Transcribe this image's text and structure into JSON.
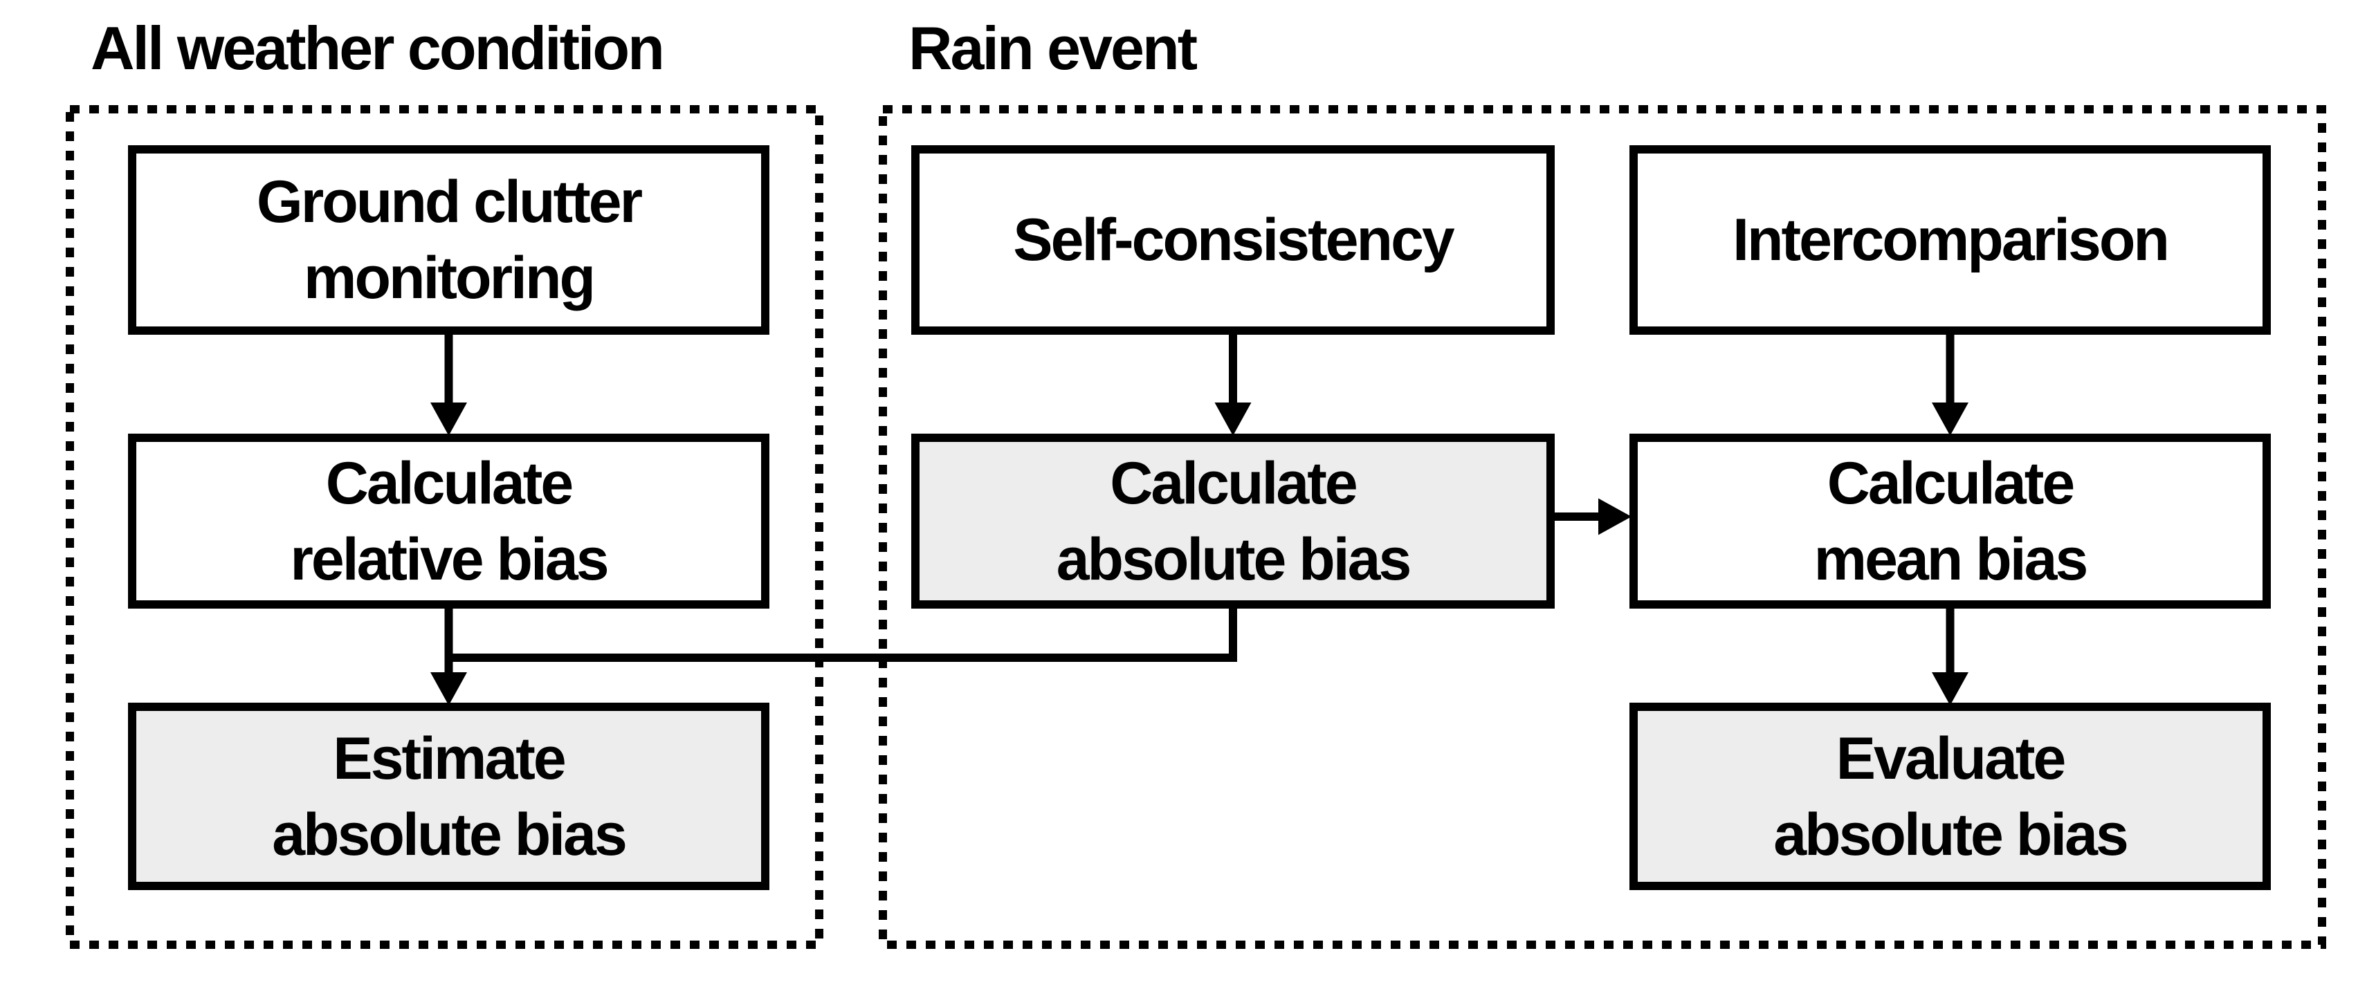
{
  "diagram": {
    "colors": {
      "line": "#000000",
      "text": "#000000",
      "node_fill_white": "#ffffff",
      "node_fill_gray": "#ededed",
      "background": "#ffffff"
    },
    "groups": [
      {
        "title": "All weather condition",
        "border_style": "dashed",
        "nodes": [
          {
            "id": "ground-clutter-monitoring",
            "line1": "Ground clutter",
            "line2": "monitoring",
            "fill": "white"
          },
          {
            "id": "calculate-relative-bias",
            "line1": "Calculate",
            "line2": "relative bias",
            "fill": "white"
          },
          {
            "id": "estimate-absolute-bias",
            "line1": "Estimate",
            "line2": "absolute bias",
            "fill": "gray"
          }
        ]
      },
      {
        "title": "Rain event",
        "border_style": "dashed",
        "nodes": [
          {
            "id": "self-consistency",
            "line1": "Self-consistency",
            "fill": "white"
          },
          {
            "id": "calculate-absolute-bias",
            "line1": "Calculate",
            "line2": "absolute bias",
            "fill": "gray"
          },
          {
            "id": "intercomparison",
            "line1": "Intercomparison",
            "fill": "white"
          },
          {
            "id": "calculate-mean-bias",
            "line1": "Calculate",
            "line2": "mean bias",
            "fill": "white"
          },
          {
            "id": "evaluate-absolute-bias",
            "line1": "Evaluate",
            "line2": "absolute bias",
            "fill": "gray"
          }
        ]
      }
    ],
    "edges": [
      {
        "from": "ground-clutter-monitoring",
        "to": "calculate-relative-bias",
        "type": "arrow-down"
      },
      {
        "from": "calculate-relative-bias",
        "to": "estimate-absolute-bias",
        "type": "arrow-down"
      },
      {
        "from": "self-consistency",
        "to": "calculate-absolute-bias",
        "type": "arrow-down"
      },
      {
        "from": "calculate-absolute-bias",
        "to": "calculate-mean-bias",
        "type": "arrow-right"
      },
      {
        "from": "calculate-absolute-bias",
        "to": "estimate-absolute-bias",
        "type": "elbow-down-left"
      },
      {
        "from": "intercomparison",
        "to": "calculate-mean-bias",
        "type": "arrow-down"
      },
      {
        "from": "calculate-mean-bias",
        "to": "evaluate-absolute-bias",
        "type": "arrow-down"
      }
    ]
  }
}
